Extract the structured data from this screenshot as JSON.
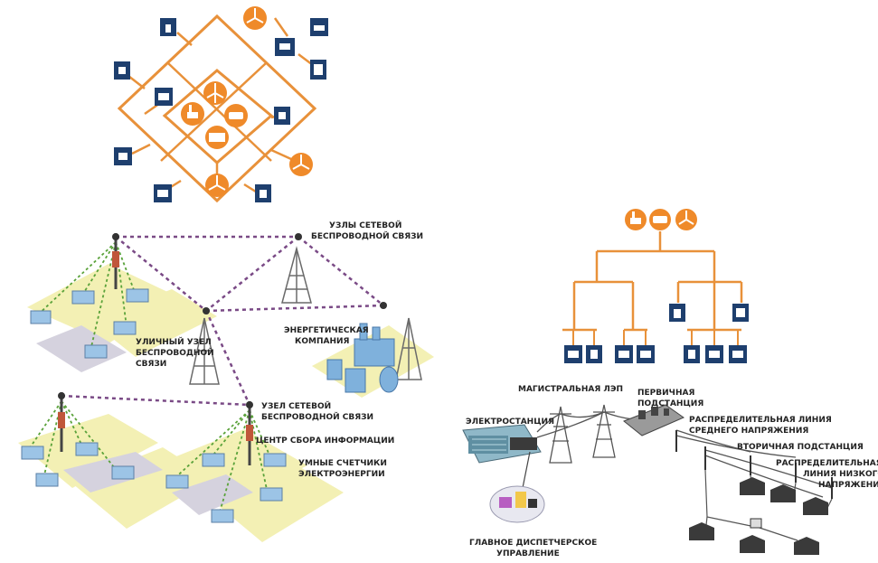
{
  "colors": {
    "grid_line": "#e8913a",
    "node_orange": "#ef8a2a",
    "node_blue": "#1e3f6e",
    "wireless_link": "#7a4a86",
    "meter_link": "#5aa23a",
    "block_ground": "#f3f0b4",
    "house_blue": "#9cc4e6",
    "factory_blue": "#7fb1dc",
    "power_line": "#555555",
    "house_dark": "#3a3a3a"
  },
  "mesh_diagram": {
    "icons": [
      "factory-icon",
      "wind-turbine-icon",
      "solar-panel-icon",
      "battery-icon",
      "home-icon",
      "building-icon",
      "meter-icon"
    ]
  },
  "wireless_network": {
    "labels": {
      "mesh_nodes": [
        "УЗЛЫ СЕТЕВОЙ",
        "БЕСПРОВОДНОЙ СВЯЗИ"
      ],
      "street_node": [
        "УЛИЧНЫЙ УЗЕЛ",
        "БЕСПРОВОДНОЙ",
        "СВЯЗИ"
      ],
      "energy_company": [
        "ЭНЕРГЕТИЧЕСКАЯ",
        "КОМПАНИЯ"
      ],
      "network_node": [
        "УЗЕЛ СЕТЕВОЙ",
        "БЕСПРОВОДНОЙ СВЯЗИ"
      ],
      "data_center": [
        "ЦЕНТР СБОРА ИНФОРМАЦИИ"
      ],
      "smart_meters": [
        "УМНЫЕ СЧЕТЧИКИ",
        "ЭЛЕКТРОЭНЕРГИИ"
      ]
    }
  },
  "hierarchy_diagram": {
    "icons": [
      "factory-icon",
      "battery-icon",
      "wind-turbine-icon"
    ]
  },
  "power_grid": {
    "labels": {
      "transmission_line": [
        "МАГИСТРАЛЬНАЯ ЛЭП"
      ],
      "primary_substation": [
        "ПЕРВИЧНАЯ",
        "ПОДСТАНЦИЯ"
      ],
      "power_plant": [
        "ЭЛЕКТРОСТАНЦИЯ"
      ],
      "mv_distribution": [
        "РАСПРЕДЕЛИТЕЛЬНАЯ ЛИНИЯ",
        "СРЕДНЕГО НАПРЯЖЕНИЯ"
      ],
      "secondary_substation": [
        "ВТОРИЧНАЯ ПОДСТАНЦИЯ"
      ],
      "lv_distribution": [
        "РАСПРЕДЕЛИТЕЛЬНАЯ",
        "ЛИНИЯ НИЗКОГО",
        "НАПРЯЖЕНИЯ"
      ],
      "dispatch": [
        "ГЛАВНОЕ ДИСПЕТЧЕРСКОЕ",
        "УПРАВЛЕНИЕ"
      ]
    }
  }
}
